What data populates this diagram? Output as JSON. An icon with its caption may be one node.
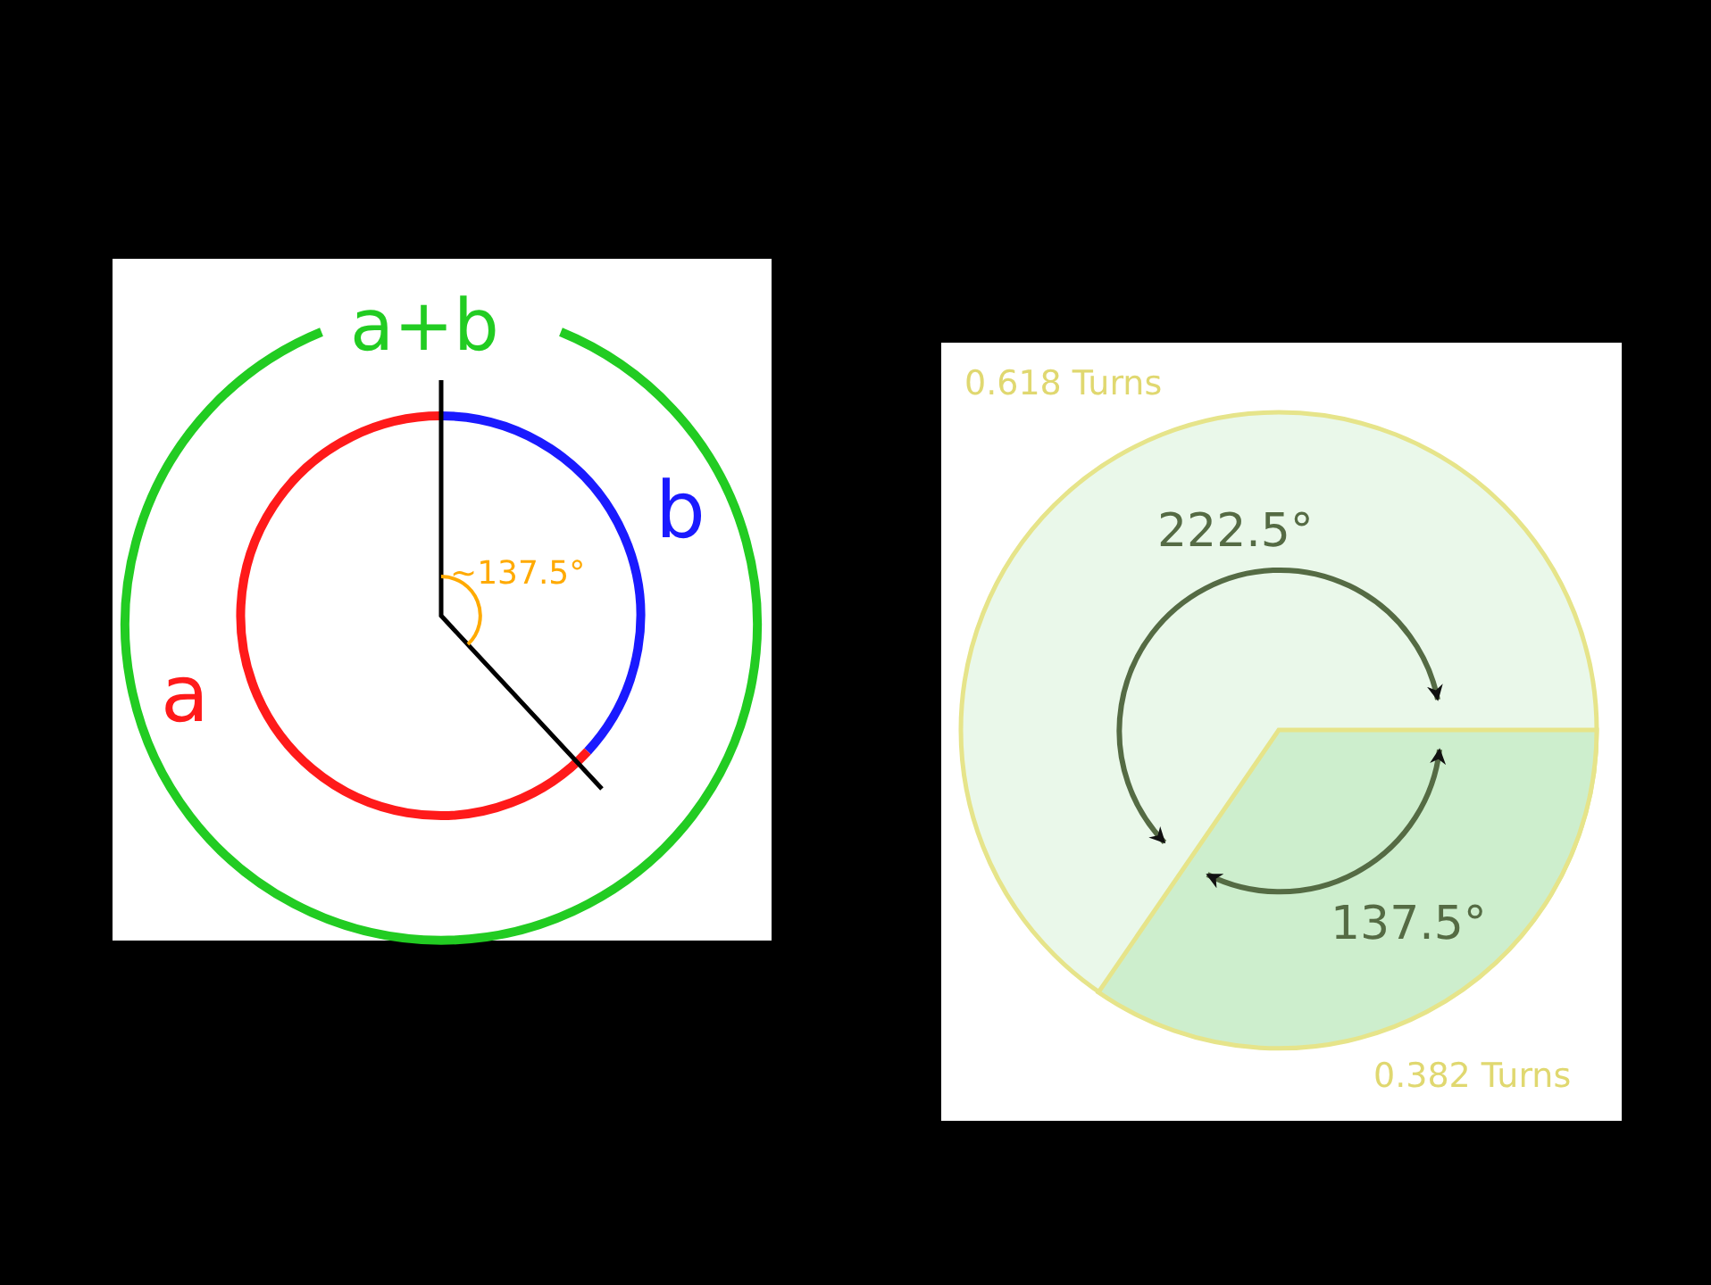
{
  "diagram": {
    "labels": [
      "a+b",
      "b",
      "a",
      "~137.5°",
      "0.618 Turns",
      "222.5°",
      "137.5°",
      "0.382 Turns"
    ]
  }
}
